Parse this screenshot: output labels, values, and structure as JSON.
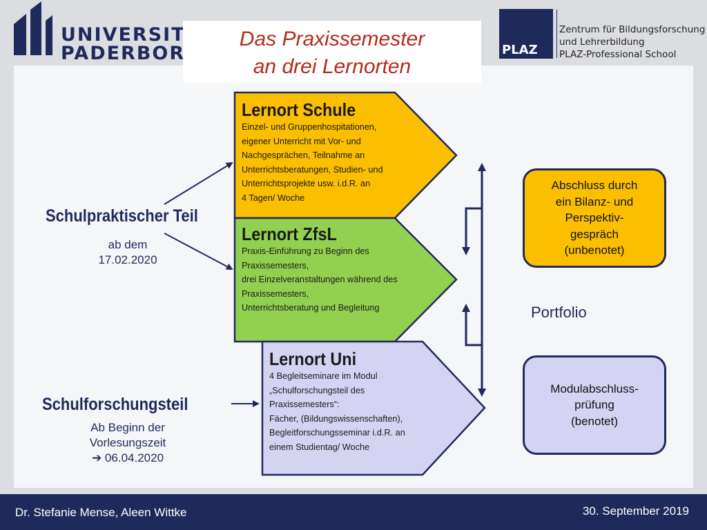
{
  "header": {
    "title_line1": "Das Praxissemester",
    "title_line2": "an drei Lernorten",
    "university_line1": "UNIVERSITÄT",
    "university_line2": "PADERBORN",
    "plaz_logo_text": "PLAZ",
    "plaz_line1": "Zentrum für Bildungsforschung",
    "plaz_line2": "und Lehrerbildung",
    "plaz_line3": "PLAZ-Professional School"
  },
  "left": {
    "schulpraktisch_title": "Schulpraktischer Teil",
    "schulpraktisch_sub1": "ab dem",
    "schulpraktisch_sub2": "17.02.2020",
    "forschung_title": "Schulforschungsteil",
    "forschung_sub1": "Ab Beginn der",
    "forschung_sub2": "Vorlesungszeit",
    "forschung_sub3": "➔ 06.04.2020"
  },
  "lernorte": {
    "schule": {
      "title": "Lernort Schule",
      "text": "Einzel- und Gruppenhospitationen,\neigener Unterricht mit Vor- und\nNachgesprächen, Teilnahme an\nUnterrichtsberatungen, Studien- und\nUnterrichtsprojekte usw. i.d.R. an\n4 Tagen/ Woche"
    },
    "zfsl": {
      "title": "Lernort ZfsL",
      "text": "Praxis-Einführung zu Beginn des\nPraxissemesters,\ndrei Einzelveranstaltungen während des\nPraxissemesters,\nUnterrichtsberatung und Begleitung"
    },
    "uni": {
      "title": "Lernort Uni",
      "text": "4 Begleitseminare im Modul\n„Schulforschungsteil des\nPraxissemesters“:\nFächer, (Bildungswissenschaften),\nBegleitforschungsseminar i.d.R. an\neinem Studientag/ Woche"
    }
  },
  "right": {
    "abschluss": "Abschluss durch\nein Bilanz- und\nPerspektiv-\ngespräch\n(unbenotet)",
    "portfolio": "Portfolio",
    "modul": "Modulabschluss-\nprüfung\n(benotet)"
  },
  "footer": {
    "authors": "Dr. Stefanie Mense, Aleen Wittke",
    "date": "30. September 2019"
  },
  "colors": {
    "navy": "#1f2a5c",
    "title_red": "#b42a1c",
    "schule_orange": "#fbbf00",
    "zfsl_green": "#92d050",
    "uni_lavender": "#d4d4f2"
  }
}
